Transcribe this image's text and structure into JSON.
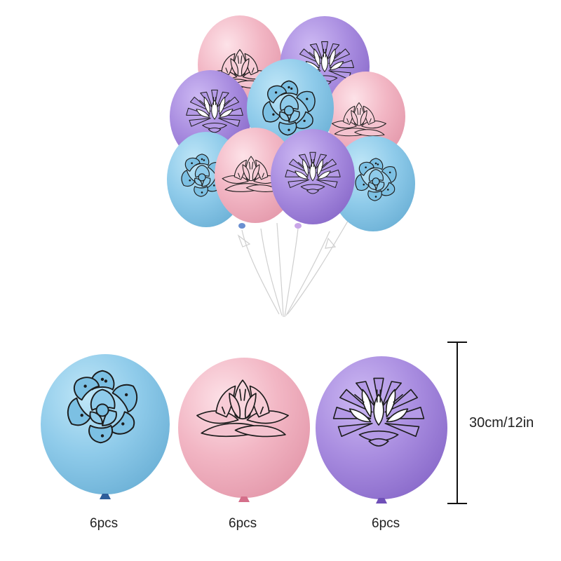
{
  "product": {
    "size_label": "30cm/12in",
    "variants": [
      {
        "color_name": "blue",
        "color": "#8fcbea",
        "count_label": "6pcs",
        "print": "succulent-rosette"
      },
      {
        "color_name": "pink",
        "color": "#f2b6c4",
        "count_label": "6pcs",
        "print": "lotus-flower"
      },
      {
        "color_name": "purple",
        "color": "#a98de0",
        "count_label": "6pcs",
        "print": "agave-succulent"
      }
    ]
  },
  "colors": {
    "blue": "#8fcbea",
    "pink": "#f2b6c4",
    "purple": "#a98de0",
    "outline": "#1c1c1c",
    "background": "#ffffff"
  }
}
